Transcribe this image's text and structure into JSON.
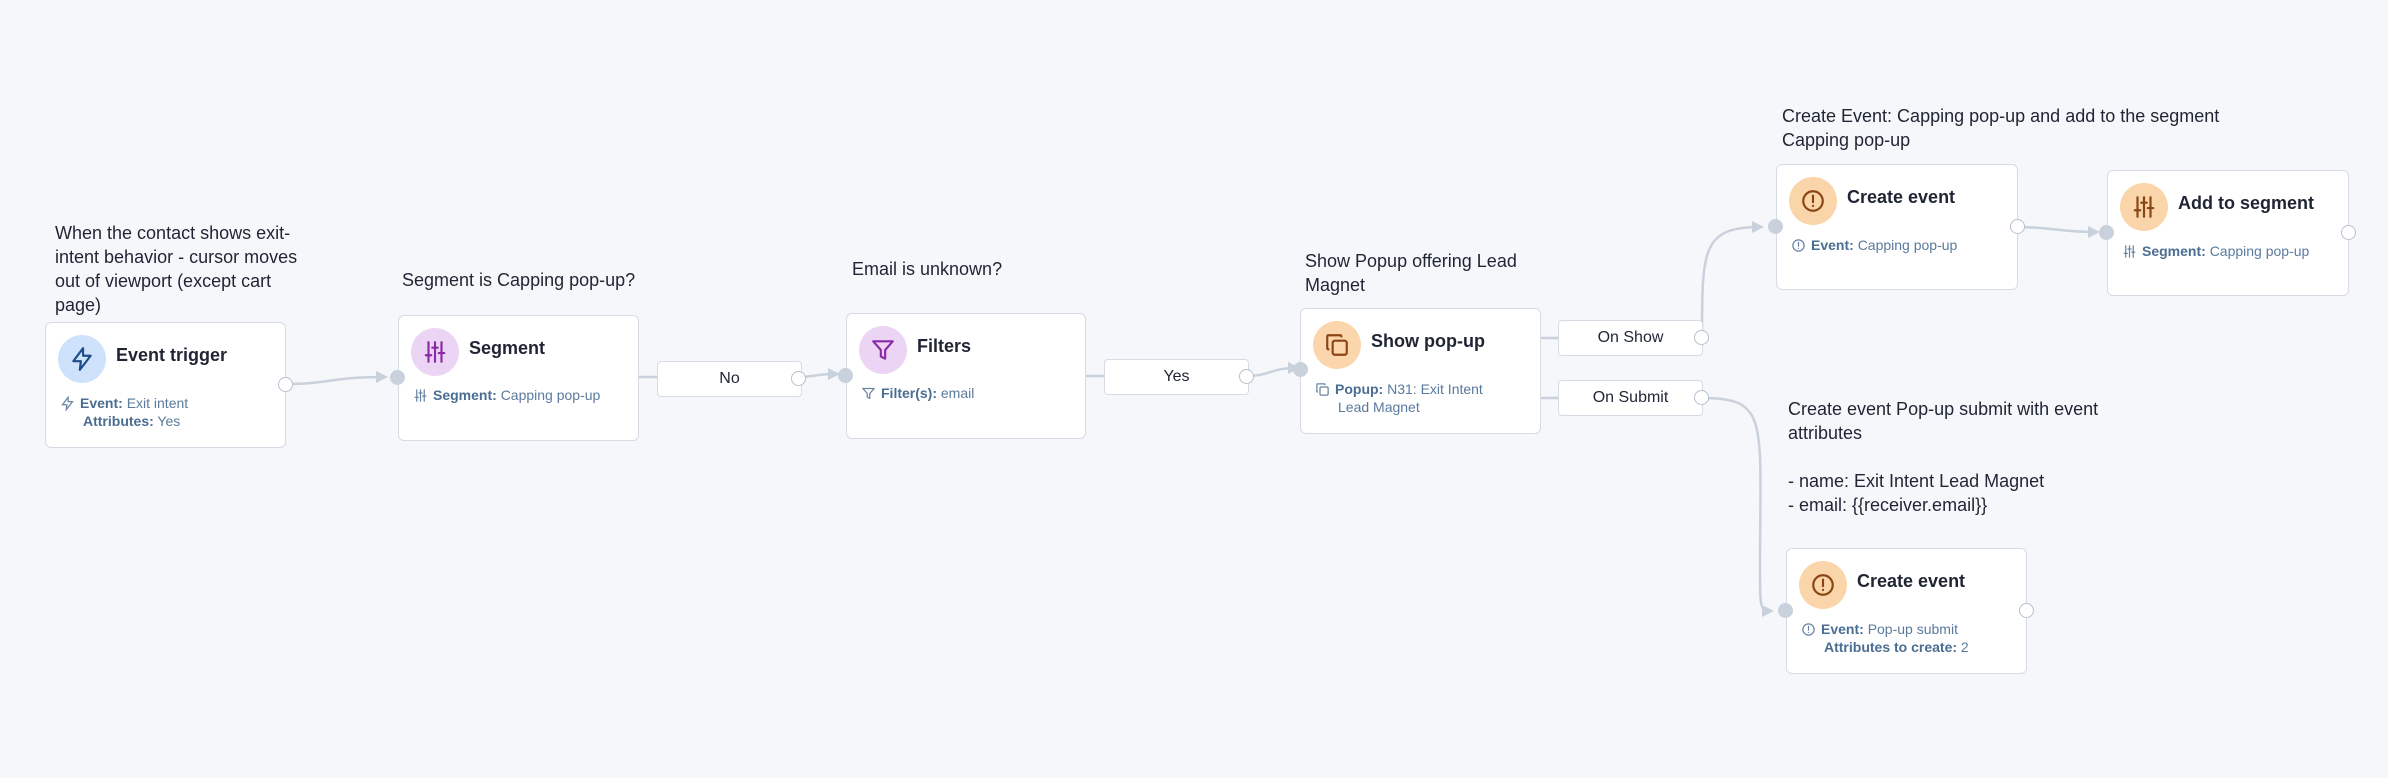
{
  "colors": {
    "background": "#f5f7fb",
    "wire": "#c9d1dc",
    "trigger_icon_bg": "#cfe2fb",
    "segment_icon_bg": "#ecd4f4",
    "popup_icon_bg": "#fbd6ad",
    "event_icon_bg": "#f9d5a9"
  },
  "annotations": {
    "trigger": "When the contact shows exit-\nintent behavior - cursor moves\nout of viewport (except cart\npage)",
    "segment": "Segment is Capping pop-up?",
    "filters": "Email is unknown?",
    "popup": "Show Popup offering Lead\nMagnet",
    "create_event_top": "Create Event: Capping pop-up and add to the segment\nCapping pop-up",
    "create_event_bottom": "Create event Pop-up submit with event\nattributes\n\n- name: Exit Intent Lead Magnet\n- email: {{receiver.email}}"
  },
  "nodes": {
    "event_trigger": {
      "title": "Event trigger",
      "icon": "lightning-icon",
      "event_key": "Event:",
      "event_value": "Exit intent",
      "attributes_key": "Attributes:",
      "attributes_value": "Yes"
    },
    "segment": {
      "title": "Segment",
      "icon": "sliders-icon",
      "segment_key": "Segment:",
      "segment_value": "Capping pop-up"
    },
    "filters": {
      "title": "Filters",
      "icon": "funnel-icon",
      "filter_key": "Filter(s):",
      "filter_value": "email"
    },
    "show_popup": {
      "title": "Show pop-up",
      "icon": "copy-icon",
      "popup_key": "Popup:",
      "popup_value_line1": "N31: Exit Intent",
      "popup_value_line2": "Lead Magnet"
    },
    "create_event_top": {
      "title": "Create event",
      "icon": "alert-circle-icon",
      "event_key": "Event:",
      "event_value": "Capping pop-up"
    },
    "add_to_segment": {
      "title": "Add to segment",
      "icon": "sliders-icon",
      "segment_key": "Segment:",
      "segment_value": "Capping pop-up"
    },
    "create_event_bottom": {
      "title": "Create event",
      "icon": "alert-circle-icon",
      "event_key": "Event:",
      "event_value": "Pop-up submit",
      "attributes_key": "Attributes to create:",
      "attributes_value": "2"
    }
  },
  "branches": {
    "no": "No",
    "yes": "Yes",
    "on_show": "On Show",
    "on_submit": "On Submit"
  }
}
